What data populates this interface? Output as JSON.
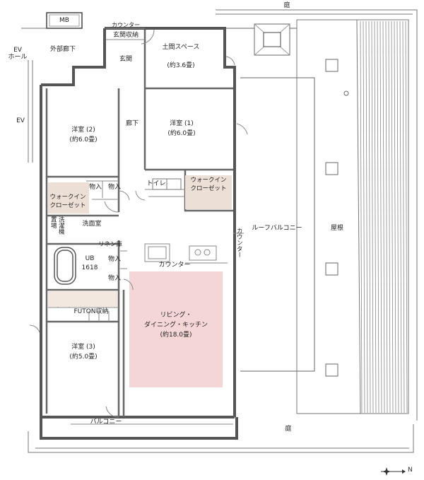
{
  "labels": {
    "mb": "MB",
    "niwa_top": "庭",
    "niwa_bottom": "庭",
    "counter_top": "カウンター",
    "genkan_storage": "玄関収納",
    "genkan": "玄関",
    "doma": "土間スペース",
    "doma_size": "(約3.6畳)",
    "ev_hall_1": "EV",
    "ev_hall_2": "ホール",
    "outer_corridor": "外部廊下",
    "ev": "EV",
    "western2": "洋室 (2)",
    "western2_size": "(約6.0畳)",
    "western1": "洋室 (1)",
    "western1_size": "(約6.0畳)",
    "hallway": "廊下",
    "storage_a": "物入",
    "storage_b": "物入",
    "toilet": "トイレ",
    "wic_left_1": "ウォークイン",
    "wic_left_2": "クローゼット",
    "wic_right_1": "ウォークイン",
    "wic_right_2": "クローゼット",
    "shelf": "置場",
    "washer": "洗濯機",
    "washroom": "洗面室",
    "roof_balcony": "ルーフバルコニー",
    "counter_vert": "カウンター",
    "roof": "屋根",
    "linen": "リネン庫",
    "ub": "UB",
    "ub_size": "1618",
    "storage_c": "物入",
    "storage_d": "物入",
    "counter_kitchen": "カウンター",
    "futon": "FUTON収納",
    "ldk_1": "リビング・",
    "ldk_2": "ダイニング・キッチン",
    "ldk_size": "(約18.0畳)",
    "western3": "洋室 (3)",
    "western3_size": "(約5.0畳)",
    "balcony": "バルコニー",
    "north": "N"
  },
  "colors": {
    "wall": "#555555",
    "ldk_fill": "#f4d6d6",
    "closet_fill": "#ecdfd6",
    "roof_stripe": "#777777"
  }
}
